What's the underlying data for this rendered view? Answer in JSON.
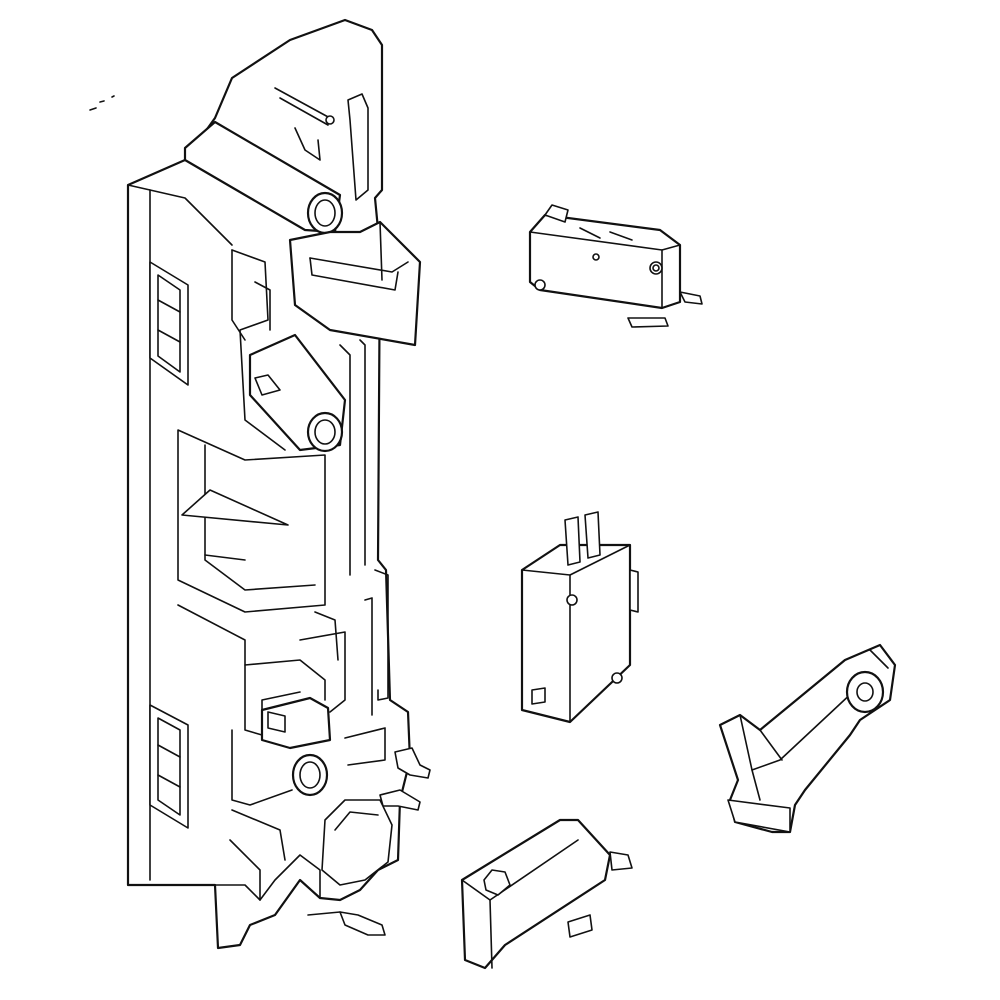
{
  "parts": [
    {
      "name": "door-latch-bracket-assembly"
    },
    {
      "name": "monitor-switch-upper"
    },
    {
      "name": "primary-interlock-switch"
    },
    {
      "name": "secondary-switch-lower"
    },
    {
      "name": "latch-lever"
    }
  ]
}
